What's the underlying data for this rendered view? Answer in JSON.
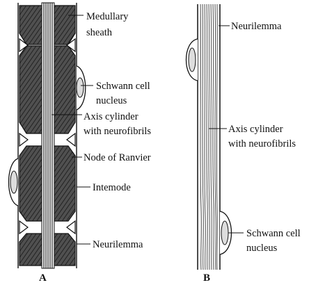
{
  "figure_a": {
    "caption": "A",
    "labels": {
      "medullary_line1": "Medullary",
      "medullary_line2": "sheath",
      "schwann_line1": "Schwann cell",
      "schwann_line2": "nucleus",
      "axis_line1": "Axis cylinder",
      "axis_line2": "with neurofibrils",
      "node": "Node of Ranvier",
      "internode": "Intemode",
      "neurilemma": "Neurilemma"
    }
  },
  "figure_b": {
    "caption": "B",
    "labels": {
      "neurilemma": "Neurilemma",
      "axis_line1": "Axis cylinder",
      "axis_line2": "with neurofibrils",
      "schwann_line1": "Schwann cell",
      "schwann_line2": "nucleus"
    }
  },
  "colors": {
    "ink": "#111111",
    "sheath_fill": "#4a4a4a",
    "paper": "#ffffff"
  }
}
